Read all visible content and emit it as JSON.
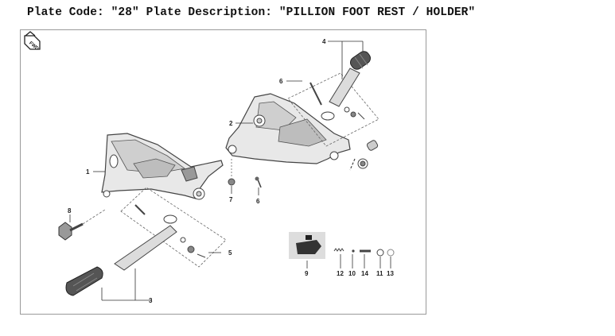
{
  "header": {
    "title": "Plate Code: \"28\" Plate Description: \"PILLION FOOT REST / HOLDER\""
  },
  "diagram": {
    "fwd_icon_text": "FWD",
    "callouts": {
      "c1": "1",
      "c2": "2",
      "c3": "3",
      "c4": "4",
      "c5": "5",
      "c6a": "6",
      "c6b": "6",
      "c7": "7",
      "c8": "8",
      "c9": "9",
      "c10": "10",
      "c11": "11",
      "c12": "12",
      "c13": "13",
      "c14": "14"
    }
  }
}
